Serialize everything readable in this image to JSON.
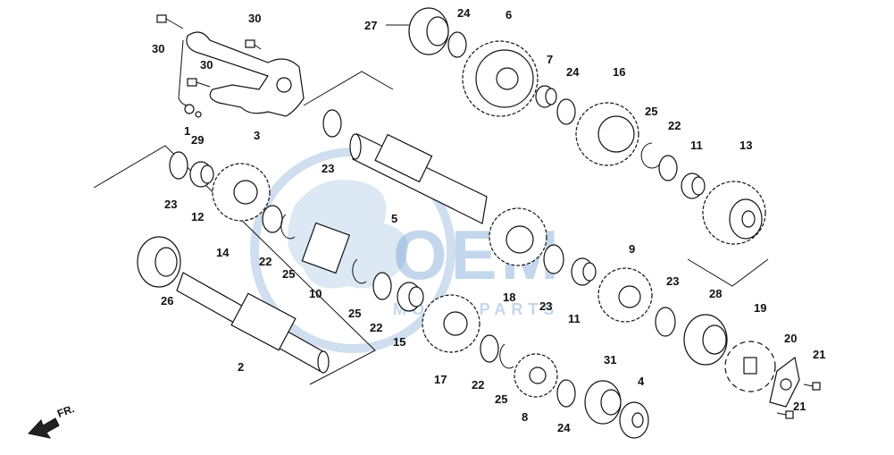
{
  "diagram": {
    "callouts": [
      "30",
      "30",
      "30",
      "1",
      "29",
      "3",
      "27",
      "24",
      "6",
      "7",
      "24",
      "16",
      "25",
      "22",
      "11",
      "13",
      "23",
      "5",
      "23",
      "12",
      "14",
      "22",
      "25",
      "10",
      "26",
      "25",
      "22",
      "15",
      "18",
      "23",
      "11",
      "9",
      "23",
      "28",
      "19",
      "20",
      "21",
      "21",
      "2",
      "17",
      "22",
      "25",
      "8",
      "24",
      "31",
      "4"
    ]
  },
  "watermark": {
    "logo_text": "OEM",
    "sub_text": "MOTORPARTS"
  },
  "direction_marker": "FR.",
  "colors": {
    "line": "#111111",
    "watermark": "#6096cd"
  }
}
